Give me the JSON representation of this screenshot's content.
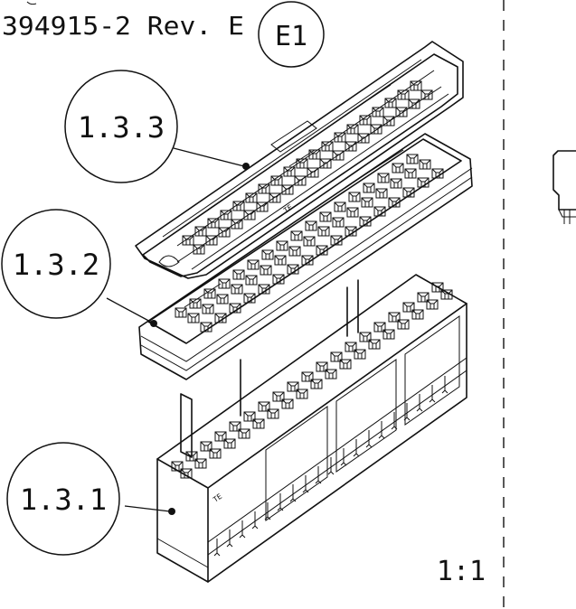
{
  "header": {
    "doc_number": "394915-2 Rev. E",
    "rev_bubble": "E1"
  },
  "callouts": [
    {
      "label": "1.3.3"
    },
    {
      "label": "1.3.2"
    },
    {
      "label": "1.3.1"
    }
  ],
  "scale": "1:1",
  "parts": {
    "logo_text": "TE",
    "colors": {
      "ink": "#111111",
      "paper": "#ffffff"
    }
  }
}
